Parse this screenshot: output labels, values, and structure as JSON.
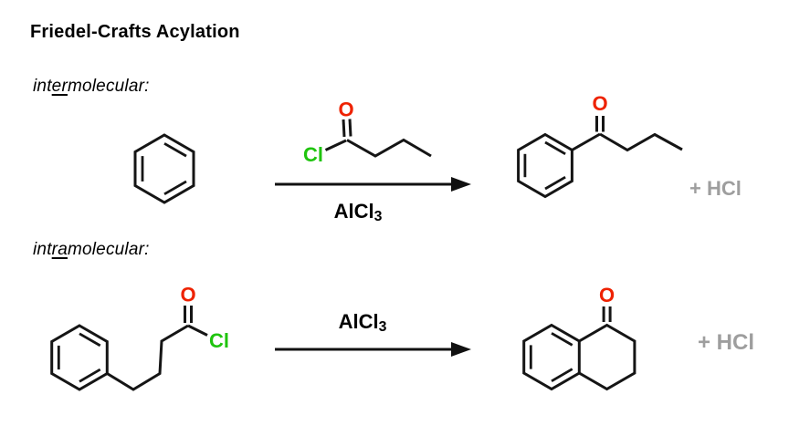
{
  "title": "Friedel-Crafts Acylation",
  "sections": {
    "intermolecular": {
      "pre": "int",
      "underlined": "er",
      "post": "molecular:"
    },
    "intramolecular": {
      "pre": "int",
      "underlined": "ra",
      "post": "molecular:"
    }
  },
  "reagent": {
    "formula": "AlCl",
    "subscript": "3"
  },
  "byproduct": {
    "label": "+ HCl"
  },
  "atoms": {
    "oxygen": "O",
    "chlorine": "Cl"
  },
  "colors": {
    "oxygen_red": "#ee2200",
    "chlorine_green": "#1fc40e",
    "byproduct_gray": "#9e9e9e",
    "bond_black": "#151515"
  }
}
